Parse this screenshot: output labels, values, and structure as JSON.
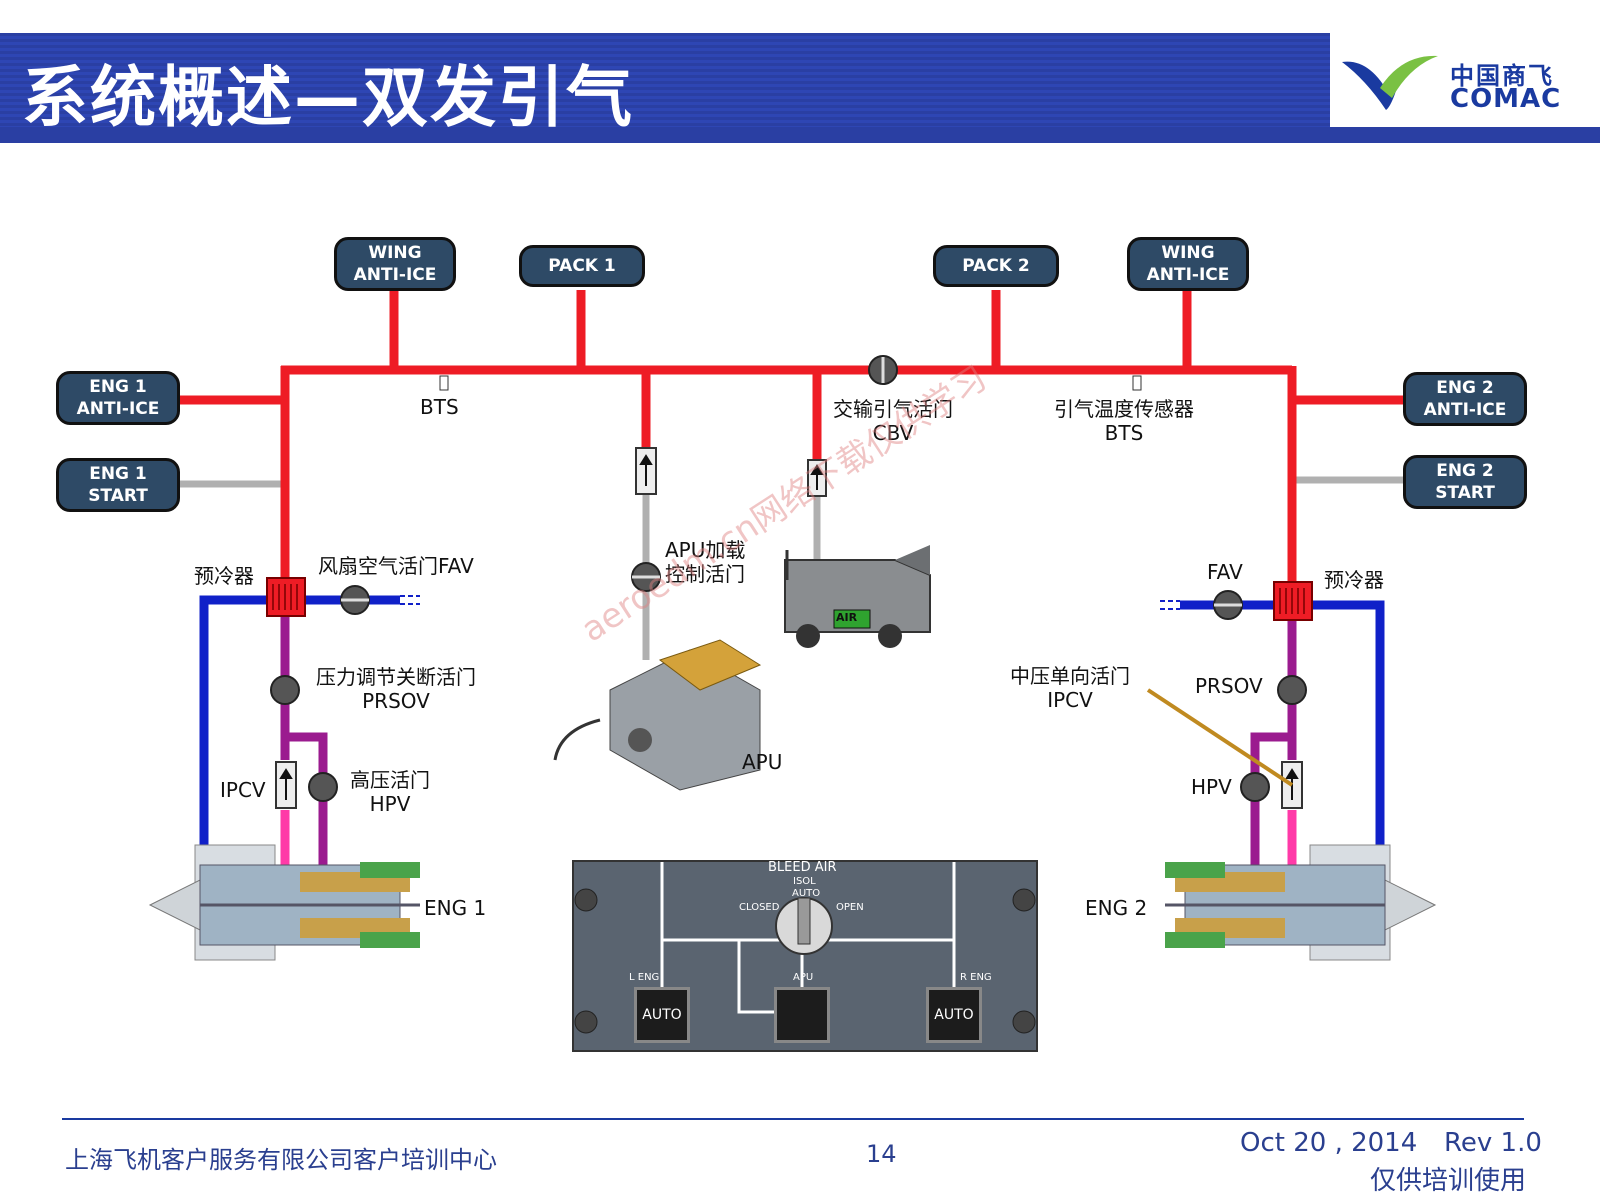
{
  "header": {
    "title": "系统概述—双发引气"
  },
  "logo": {
    "cn": "中国商飞",
    "en": "COMAC",
    "colors": {
      "blue": "#1a3aa0",
      "green": "#7ac143"
    }
  },
  "colors": {
    "bleed_red": "#ee1c25",
    "fan_blue": "#1020c8",
    "hp_purple": "#9b1b8f",
    "ip_pink": "#ff3aa8",
    "start_gray": "#b0b0b0",
    "box_fill": "#2e4a66"
  },
  "boxes": {
    "wing_l": "WING\nANTI-ICE",
    "pack1": "PACK 1",
    "pack2": "PACK 2",
    "wing_r": "WING\nANTI-ICE",
    "eng1_anti": "ENG 1\nANTI-ICE",
    "eng1_start": "ENG 1\nSTART",
    "eng2_anti": "ENG 2\nANTI-ICE",
    "eng2_start": "ENG 2\nSTART"
  },
  "labels": {
    "bts_left": "BTS",
    "cbv": "交输引气活门\nCBV",
    "bts_right": "引气温度传感器\nBTS",
    "apu_valve": "APU加载\n控制活门",
    "precooler_l": "预冷器",
    "fav_l": "风扇空气活门FAV",
    "prsov_l": "压力调节关断活门\nPRSOV",
    "ipcv_l": "IPCV",
    "hpv_l": "高压活门\nHPV",
    "eng1": "ENG 1",
    "apu": "APU",
    "air_cart": "AIR",
    "fav_r": "FAV",
    "precooler_r": "预冷器",
    "ipcv_r": "中压单向活门\nIPCV",
    "prsov_r": "PRSOV",
    "hpv_r": "HPV",
    "eng2": "ENG 2"
  },
  "panel": {
    "title": "BLEED AIR",
    "isol": "ISOL",
    "auto_top": "AUTO",
    "closed": "CLOSED",
    "open": "OPEN",
    "l_eng": "L ENG",
    "apu": "APU",
    "r_eng": "R ENG",
    "btn_l": "AUTO",
    "btn_r": "AUTO"
  },
  "watermark": "aeroedm.cn网络下载仅供学习",
  "footer": {
    "org": "上海飞机客户服务有限公司客户培训中心",
    "page": "14",
    "date": "Oct 20 , 2014",
    "rev": "Rev 1.0",
    "note": "仅供培训使用"
  }
}
